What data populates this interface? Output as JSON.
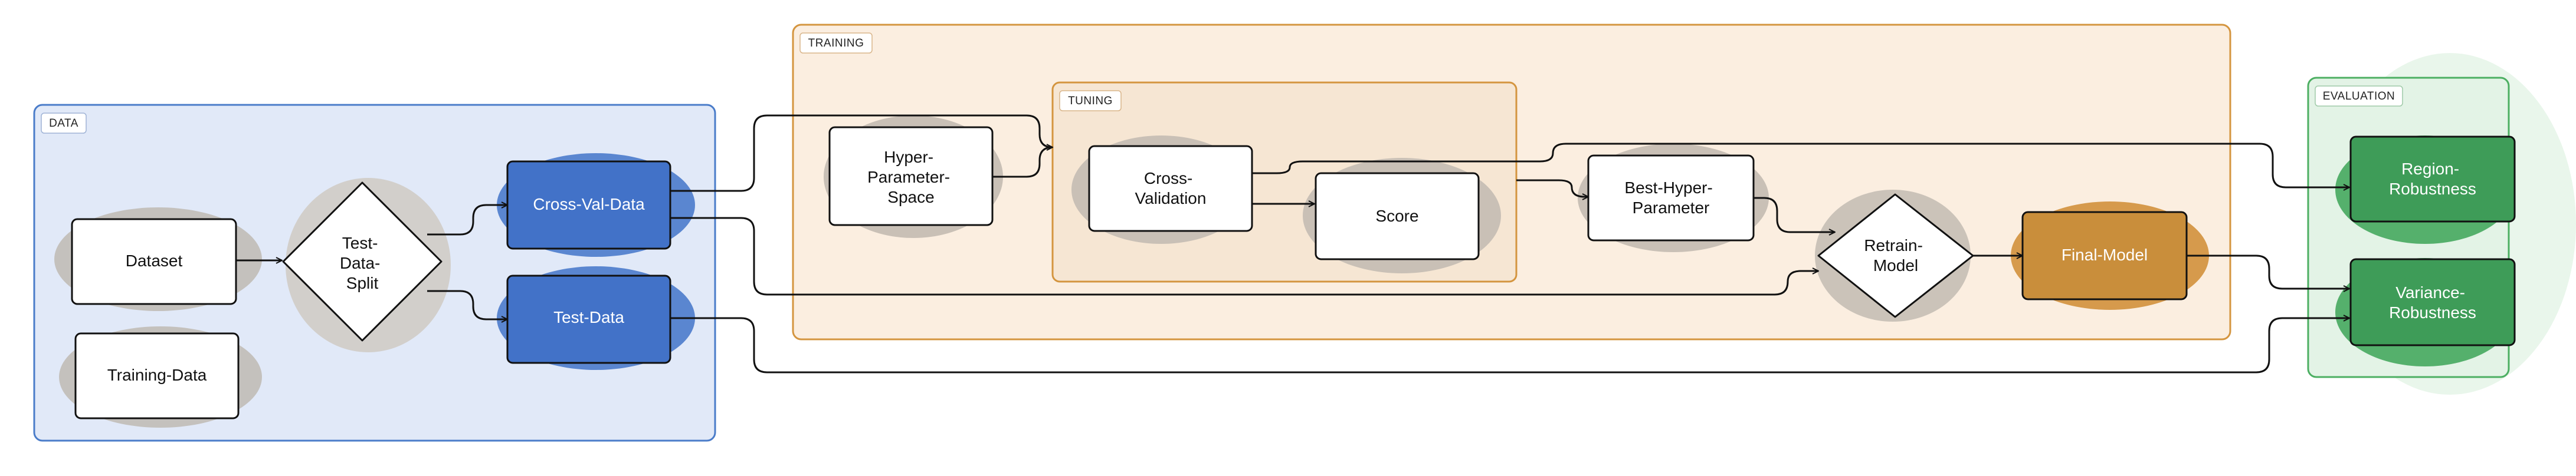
{
  "groups": {
    "data": {
      "label": "DATA"
    },
    "training": {
      "label": "TRAINING"
    },
    "tuning": {
      "label": "TUNING"
    },
    "evaluation": {
      "label": "EVALUATION"
    }
  },
  "nodes": {
    "dataset": {
      "label": "Dataset"
    },
    "training_data": {
      "label": "Training-Data"
    },
    "test_data_split": {
      "lines": [
        "Test-",
        "Data-",
        "Split"
      ]
    },
    "cross_val_data": {
      "label": "Cross-Val-Data"
    },
    "test_data": {
      "label": "Test-Data"
    },
    "hyper_parameter_space": {
      "lines": [
        "Hyper-",
        "Parameter-",
        "Space"
      ]
    },
    "cross_validation": {
      "lines": [
        "Cross-",
        "Validation"
      ]
    },
    "score": {
      "label": "Score"
    },
    "best_hyper_parameter": {
      "lines": [
        "Best-Hyper-",
        "Parameter"
      ]
    },
    "retrain_model": {
      "lines": [
        "Retrain-",
        "Model"
      ]
    },
    "final_model": {
      "label": "Final-Model"
    },
    "region_robustness": {
      "lines": [
        "Region-",
        "Robustness"
      ]
    },
    "variance_robustness": {
      "lines": [
        "Variance-",
        "Robustness"
      ]
    }
  },
  "colors": {
    "data_group_fill": "#e1e9f8",
    "data_group_stroke": "#4a7cc9",
    "training_group_fill": "#fbeee0",
    "training_group_stroke": "#d4953f",
    "evaluation_group_fill": "#e6f4e8",
    "evaluation_group_stroke": "#4caf62",
    "blue_node": "#4272c8",
    "orange_node": "#c98e3b",
    "green_node": "#3e9c58",
    "shadow_grey": "#c4c1bd",
    "shadow_blue": "#5a86d0",
    "shadow_orange": "#d69a4c",
    "shadow_green": "#55b06c",
    "edge": "#111111"
  }
}
